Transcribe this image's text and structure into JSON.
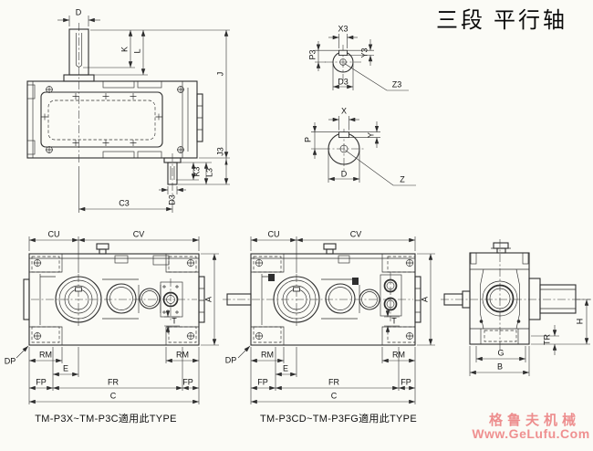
{
  "page": {
    "title": "三段 平行轴",
    "background": "#fbfbf6"
  },
  "brand": {
    "name": "格鲁夫机械",
    "site": "Www.GeLufu.Com",
    "color": "#ed8e8e"
  },
  "colors": {
    "line": "#2e2e2e",
    "accent_red": "#ed8e8e",
    "background": "#fbfbf6"
  },
  "top_view": {
    "d": "D",
    "k": "K",
    "l": "L",
    "j": "J",
    "j3": "J3",
    "k3": "K3",
    "l3": "L3",
    "d3": "D3",
    "c3": "C3"
  },
  "shaft_detail_top": {
    "x3": "X3",
    "p3": "P3",
    "y3": "Y3",
    "d3": "D3",
    "z3": "Z3"
  },
  "shaft_detail_bottom": {
    "x": "X",
    "p": "P",
    "y": "Y",
    "d": "D",
    "z": "Z"
  },
  "front_left": {
    "cu": "CU",
    "cv": "CV",
    "a": "A",
    "t": "T",
    "rm_left": "RM",
    "rm_right": "RM",
    "dp": "DP",
    "e": "E",
    "fp_left": "FP",
    "fr": "FR",
    "fp_right": "FP",
    "c": "C",
    "caption": "TM-P3X~TM-P3C適用此TYPE"
  },
  "front_middle": {
    "cu": "CU",
    "cv": "CV",
    "a": "A",
    "t": "T",
    "rm_left": "RM",
    "rm_right": "RM",
    "dp": "DP",
    "e": "E",
    "fp_left": "FP",
    "fr": "FR",
    "fp_right": "FP",
    "c": "C",
    "caption": "TM-P3CD~TM-P3FG適用此TYPE"
  },
  "side_view": {
    "g": "G",
    "b": "B",
    "h": "H",
    "tr": "TR"
  }
}
